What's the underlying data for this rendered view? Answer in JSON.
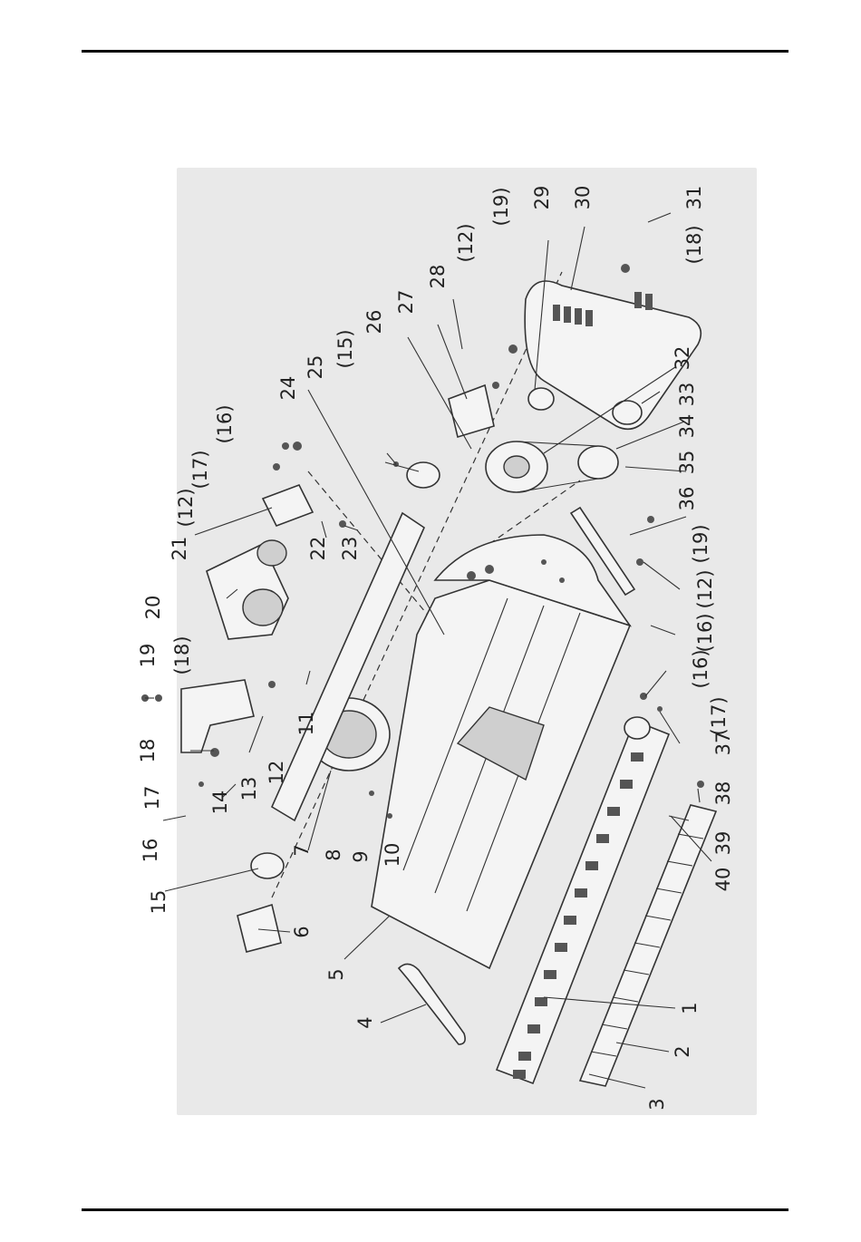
{
  "diagram": {
    "callouts": {
      "c1": "1",
      "c2": "2",
      "c3": "3",
      "c4": "4",
      "c5": "5",
      "c6": "6",
      "c7": "7",
      "c8": "8",
      "c9": "9",
      "c10": "10",
      "c11": "11",
      "c12": "12",
      "c13": "13",
      "c14": "14",
      "c15": "15",
      "c16": "16",
      "c17": "17",
      "c18": "18",
      "c19": "19",
      "c20": "20",
      "c21": "21",
      "c22": "22",
      "c23": "23",
      "c24": "24",
      "c25": "25",
      "c26": "26",
      "c27": "27",
      "c28": "28",
      "c29": "29",
      "c30": "30",
      "c31": "31",
      "c32": "32",
      "c33": "33",
      "c34": "34",
      "c35": "35",
      "c36": "36",
      "c37": "37",
      "c38": "38",
      "c39": "39",
      "c40": "40",
      "p12a": "(12)",
      "p19a": "(19)",
      "p15a": "(15)",
      "p16a": "(16)",
      "p17a": "(17)",
      "p12b": "(12)",
      "p18a": "(18)",
      "p18b": "(18)",
      "p12c": "(12)",
      "p19b": "(19)",
      "p16b": "(16)",
      "p16c": "(16)",
      "p17b": "(17)"
    }
  }
}
